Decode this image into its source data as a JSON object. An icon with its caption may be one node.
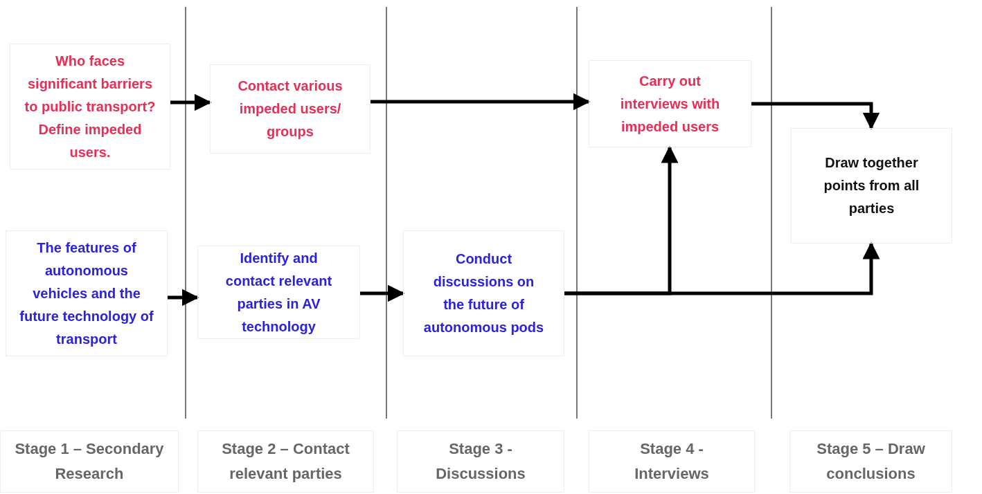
{
  "diagram": {
    "nodes": [
      {
        "text": [
          "Who faces significant barriers to public transport? Define impeded users."
        ]
      },
      {
        "text": [
          "Contact various impeded users/ groups"
        ]
      },
      {
        "text": [
          "Carry out interviews with impeded users"
        ]
      },
      {
        "text": [
          "Draw together points from all parties"
        ]
      },
      {
        "text": [
          "The features of autonomous vehicles and the future technology of transport"
        ]
      },
      {
        "text": [
          "Identify and contact relevant parties in AV technology"
        ]
      },
      {
        "text": [
          "Conduct discussions on the future of autonomous pods"
        ]
      },
      {
        "text": [
          "Stage 1 – Secondary Research"
        ]
      },
      {
        "text": [
          "Stage 2 – Contact relevant parties"
        ]
      },
      {
        "text": [
          "Stage 3 - Discussions"
        ]
      },
      {
        "text": [
          "Stage 4 - Interviews"
        ]
      },
      {
        "text": [
          "Stage 5 – Draw conclusions"
        ]
      }
    ],
    "edges": [
      {
        "from": 0,
        "to": 1,
        "arrow": "to"
      },
      {
        "from": 1,
        "to": 2,
        "arrow": "to"
      },
      {
        "from": 2,
        "to": 3,
        "arrow": "to"
      },
      {
        "from": 4,
        "to": 5,
        "arrow": "to"
      },
      {
        "from": 5,
        "to": 6,
        "arrow": "to"
      },
      {
        "from": 6,
        "to": 3,
        "arrow": "to"
      },
      {
        "from": 6,
        "to": 2,
        "arrow": "to"
      }
    ]
  }
}
